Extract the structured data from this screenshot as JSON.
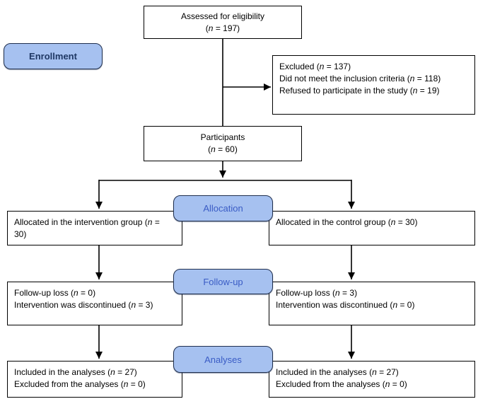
{
  "colors": {
    "background": "#ffffff",
    "badge_fill": "#a6c1f0",
    "badge_border": "#20304f",
    "enrollment_text": "#1f3864",
    "section_text": "#3a5cc5",
    "box_border": "#000000",
    "connector": "#000000"
  },
  "badges": {
    "enrollment": {
      "label": "Enrollment"
    },
    "allocation": {
      "label": "Allocation"
    },
    "followup": {
      "label": "Follow-up"
    },
    "analyses": {
      "label": "Analyses"
    }
  },
  "boxes": {
    "eligibility": {
      "lines": [
        "Assessed for eligibility",
        "(n = 197)"
      ]
    },
    "excluded": {
      "lines": [
        "Excluded (n = 137)",
        "Did not meet the inclusion criteria (n = 118)",
        "Refused to participate in the study (n = 19)"
      ]
    },
    "participants": {
      "lines": [
        "Participants",
        "(n = 60)"
      ]
    },
    "alloc_left": {
      "lines": [
        "Allocated in the intervention group (n =",
        "30)"
      ]
    },
    "alloc_right": {
      "lines": [
        "Allocated in the control group (n = 30)"
      ]
    },
    "followup_left": {
      "lines": [
        "Follow-up loss (n = 0)",
        "Intervention was discontinued (n = 3)"
      ]
    },
    "followup_right": {
      "lines": [
        "Follow-up loss (n = 3)",
        "Intervention was discontinued (n = 0)"
      ]
    },
    "analyses_left": {
      "lines": [
        "Included in the analyses (n = 27)",
        "Excluded from the analyses (n = 0)"
      ]
    },
    "analyses_right": {
      "lines": [
        "Included in the analyses (n = 27)",
        "Excluded from the analyses (n = 0)"
      ]
    }
  }
}
